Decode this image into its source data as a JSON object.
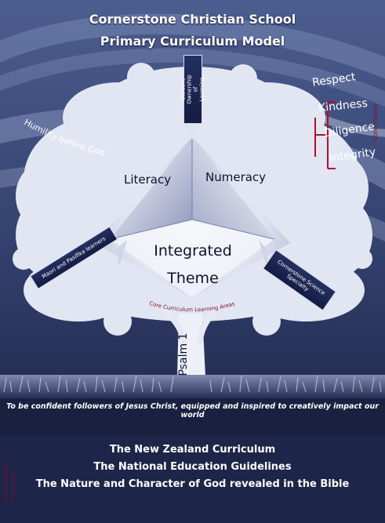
{
  "header": {
    "school_name": "Cornerstone Christian School",
    "model_title": "Primary Curriculum Model"
  },
  "tree": {
    "literacy": "Literacy",
    "numeracy": "Numeracy",
    "integrated_line1": "Integrated",
    "integrated_line2": "Theme",
    "core_areas": "Core Curriculum Learning Areas",
    "trunk_label": "Psalm 1",
    "humility": "Humility before God"
  },
  "arrows": {
    "top": "Student Ownership of Learning",
    "left": "Maori and Pasifika learners",
    "right": "Cornerstone Science Specialty"
  },
  "values": {
    "items": [
      "Respect",
      "Kindness",
      "Diligence",
      "Integrity"
    ],
    "label": "Core Values"
  },
  "vision": "To be confident followers of Jesus Christ, equipped and inspired to creatively impact our world",
  "foundations": {
    "items": [
      "The New Zealand Curriculum",
      "The National Education Guidelines",
      "The Nature and Character of God revealed in the Bible"
    ],
    "side_label_line1": "Core Elements",
    "side_label_line2": "Foundations"
  },
  "colors": {
    "background_top": "#4a5a8a",
    "background_bottom": "#151c3a",
    "tree": "#e4e7f2",
    "accent_red": "#b0102a",
    "text_dark": "#0d1330"
  }
}
